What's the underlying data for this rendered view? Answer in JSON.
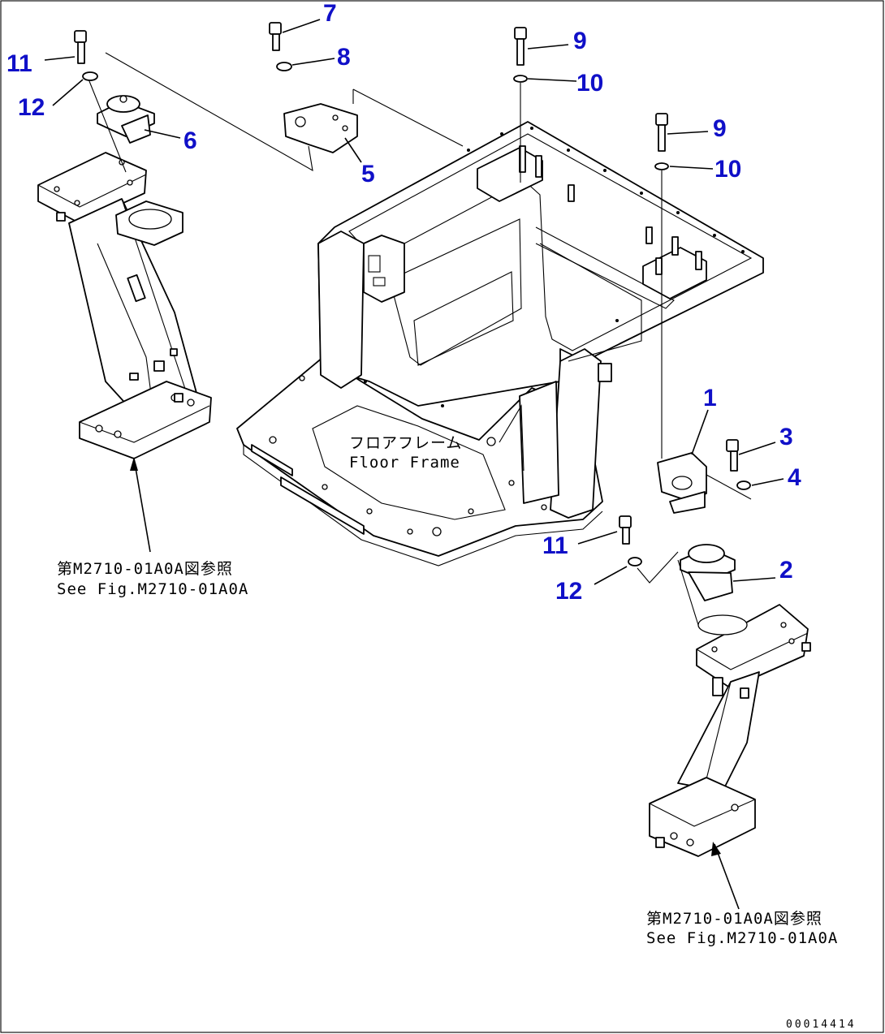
{
  "callouts": [
    {
      "id": "c1-11",
      "label": "11"
    },
    {
      "id": "c1-12",
      "label": "12"
    },
    {
      "id": "c6",
      "label": "6"
    },
    {
      "id": "c7",
      "label": "7"
    },
    {
      "id": "c8",
      "label": "8"
    },
    {
      "id": "c5",
      "label": "5"
    },
    {
      "id": "c9a",
      "label": "9"
    },
    {
      "id": "c10a",
      "label": "10"
    },
    {
      "id": "c9b",
      "label": "9"
    },
    {
      "id": "c10b",
      "label": "10"
    },
    {
      "id": "c1",
      "label": "1"
    },
    {
      "id": "c3",
      "label": "3"
    },
    {
      "id": "c4",
      "label": "4"
    },
    {
      "id": "c2",
      "label": "2"
    },
    {
      "id": "c2-11",
      "label": "11"
    },
    {
      "id": "c2-12",
      "label": "12"
    }
  ],
  "floor_frame": {
    "jp": "フロアフレーム",
    "en": "Floor Frame"
  },
  "ref_left": {
    "jp": "第M2710-01A0A図参照",
    "en": "See Fig.M2710-01A0A"
  },
  "ref_right": {
    "jp": "第M2710-01A0A図参照",
    "en": "See Fig.M2710-01A0A"
  },
  "doc_id": "00014414",
  "colors": {
    "callout": "#1010c8",
    "line": "#000000",
    "background": "#ffffff"
  }
}
